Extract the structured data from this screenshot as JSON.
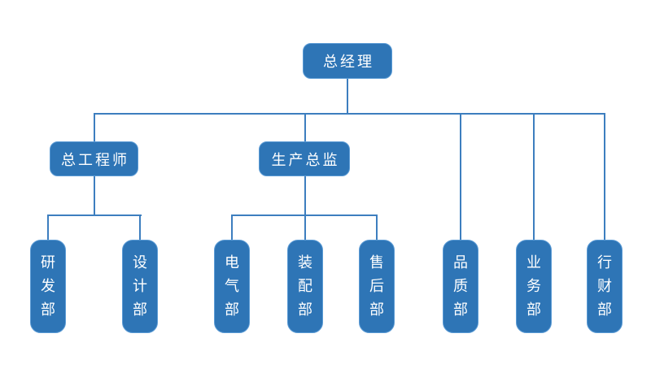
{
  "diagram": {
    "type": "org-chart",
    "colors": {
      "node_fill": "#2e75b6",
      "node_border": "#5b9bd5",
      "connector": "#3d7ebf",
      "text": "#ffffff",
      "background": "#ffffff"
    },
    "nodes": {
      "general_manager": {
        "label": "总经理",
        "level": 1
      },
      "chief_engineer": {
        "label": "总工程师",
        "level": 2,
        "reports_to": "general_manager"
      },
      "production_director": {
        "label": "生产总监",
        "level": 2,
        "reports_to": "general_manager"
      },
      "rd_dept": {
        "label": "研发部",
        "level": 3,
        "reports_to": "chief_engineer"
      },
      "design_dept": {
        "label": "设计部",
        "level": 3,
        "reports_to": "chief_engineer"
      },
      "electrical_dept": {
        "label": "电气部",
        "level": 3,
        "reports_to": "production_director"
      },
      "assembly_dept": {
        "label": "装配部",
        "level": 3,
        "reports_to": "production_director"
      },
      "aftersales_dept": {
        "label": "售后部",
        "level": 3,
        "reports_to": "production_director"
      },
      "quality_dept": {
        "label": "品质部",
        "level": 3,
        "reports_to": "general_manager"
      },
      "business_dept": {
        "label": "业务部",
        "level": 3,
        "reports_to": "general_manager"
      },
      "finance_dept": {
        "label": "行财部",
        "level": 3,
        "reports_to": "general_manager"
      }
    }
  }
}
